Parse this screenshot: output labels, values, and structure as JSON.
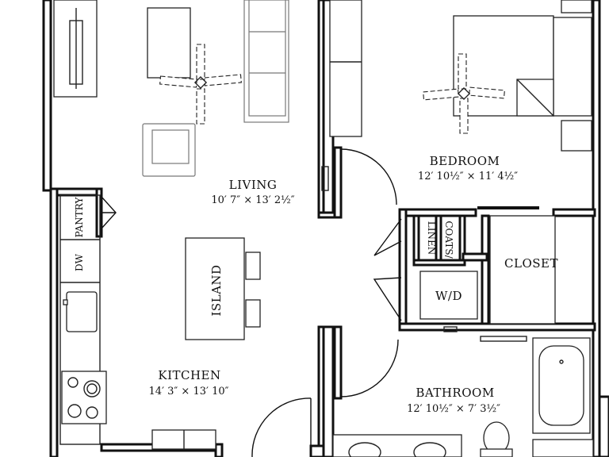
{
  "rooms": {
    "living": {
      "name": "LIVING",
      "dims": "10′ 7″ × 13′ 2½″"
    },
    "bedroom": {
      "name": "BEDROOM",
      "dims": "12′ 10½″ × 11′ 4½″"
    },
    "kitchen": {
      "name": "KITCHEN",
      "dims": "14′ 3″ × 13′ 10″"
    },
    "bathroom": {
      "name": "BATHROOM",
      "dims": "12′ 10½″ × 7′ 3½″"
    },
    "closet": {
      "name": "CLOSET"
    }
  },
  "fixtures": {
    "pantry": "PANTRY",
    "dw": "DW",
    "island": "ISLAND",
    "linen": "LINEN",
    "coats": "COATS/",
    "wd": "W/D"
  },
  "colors": {
    "wall": "#111111",
    "background": "#ffffff"
  }
}
